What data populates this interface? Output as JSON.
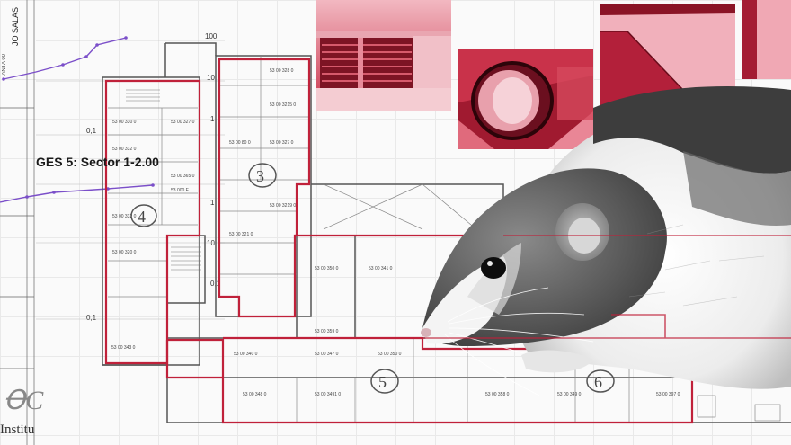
{
  "sector_label": "GES 5: Sector 1-2.00",
  "title_block": {
    "name_text": "JO SALAS",
    "sheet_text": "ANTA 00"
  },
  "institute_text": "Institu",
  "axis_labels": [
    "100",
    "10",
    "0,1",
    "1",
    "10",
    "0,1",
    "1",
    "0,1"
  ],
  "zone_numbers": [
    "4",
    "3",
    "5",
    "6"
  ],
  "photos": [
    {
      "name": "vent-grille-photo"
    },
    {
      "name": "duct-opening-photo"
    },
    {
      "name": "duct-interior-photo"
    },
    {
      "name": "duct-corner-photo"
    }
  ],
  "colors": {
    "accent_red": "#c0213a",
    "plan_line": "#555555",
    "photo_tint": "#d62740",
    "chart_line": "#7b4fc9"
  }
}
